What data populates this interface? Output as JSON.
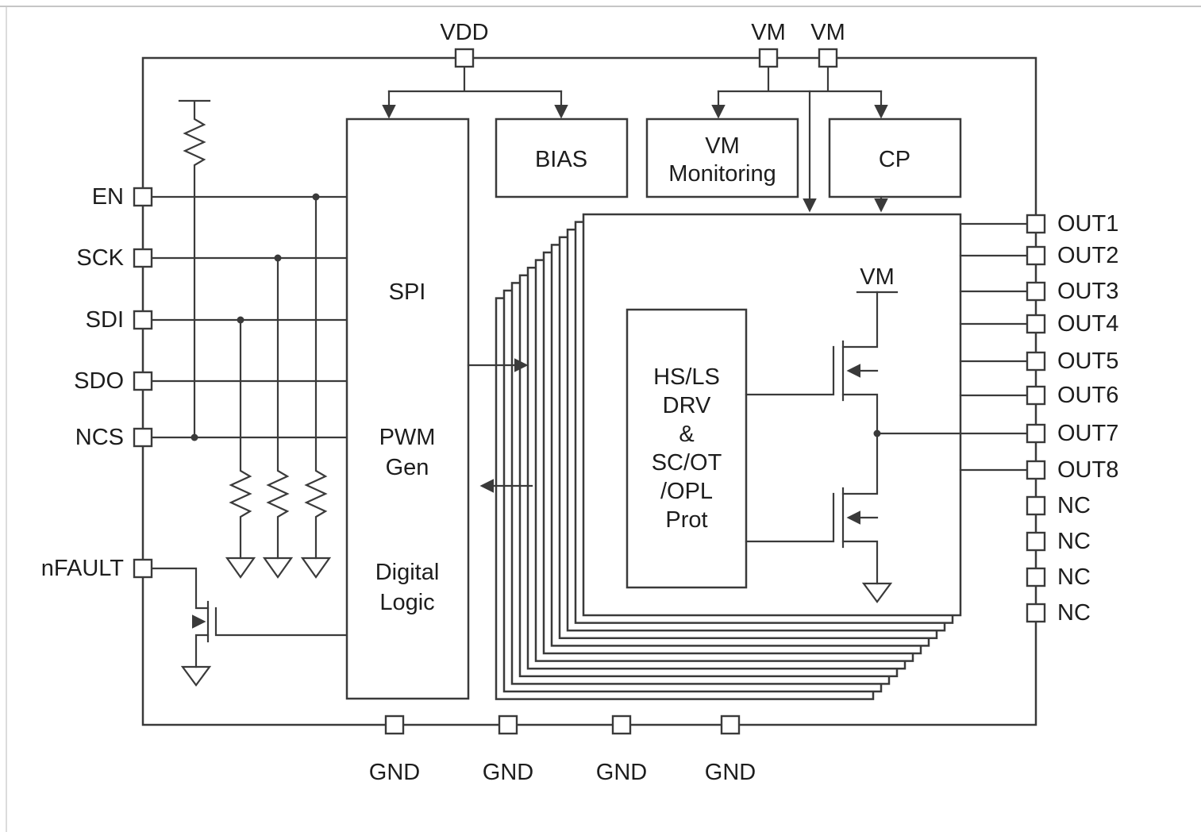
{
  "colors": {
    "line": "#3a3a3a",
    "text": "#1d1d1d",
    "background": "#ffffff",
    "page_border": "#c6c6c6"
  },
  "pins": {
    "top": [
      {
        "label": "VDD"
      },
      {
        "label": "VM"
      },
      {
        "label": "VM"
      }
    ],
    "left": [
      {
        "label": "EN"
      },
      {
        "label": "SCK"
      },
      {
        "label": "SDI"
      },
      {
        "label": "SDO"
      },
      {
        "label": "NCS"
      },
      {
        "label": "nFAULT"
      }
    ],
    "right": [
      {
        "label": "OUT1"
      },
      {
        "label": "OUT2"
      },
      {
        "label": "OUT3"
      },
      {
        "label": "OUT4"
      },
      {
        "label": "OUT5"
      },
      {
        "label": "OUT6"
      },
      {
        "label": "OUT7"
      },
      {
        "label": "OUT8"
      },
      {
        "label": "NC"
      },
      {
        "label": "NC"
      },
      {
        "label": "NC"
      },
      {
        "label": "NC"
      }
    ],
    "bottom": [
      {
        "label": "GND"
      },
      {
        "label": "GND"
      },
      {
        "label": "GND"
      },
      {
        "label": "GND"
      }
    ]
  },
  "blocks": {
    "spi_pwm_logic": {
      "spi": "SPI",
      "pwm_line1": "PWM",
      "pwm_line2": "Gen",
      "logic_line1": "Digital",
      "logic_line2": "Logic"
    },
    "bias": {
      "label": "BIAS"
    },
    "vm_monitoring": {
      "line1": "VM",
      "line2": "Monitoring"
    },
    "cp": {
      "label": "CP"
    },
    "output_driver": {
      "prot_lines": [
        "HS/LS",
        "DRV",
        "&",
        "SC/OT",
        "/OPL",
        "Prot"
      ],
      "vm_label": "VM"
    }
  }
}
